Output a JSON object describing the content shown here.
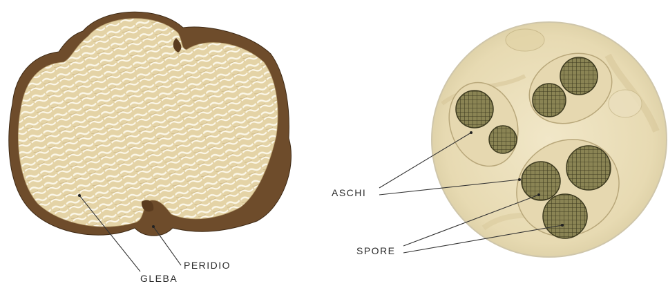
{
  "labels": {
    "gleba": "GLEBA",
    "peridio": "PERIDIO",
    "aschi": "ASCHI",
    "spore": "SPORE"
  },
  "colors": {
    "peridium": "#6b4a2a",
    "gleba": "#e6d6ad",
    "veins": "#fbf6e6",
    "micro_bg": "#efe4c2",
    "ascus_wall": "#e3d6b0",
    "spore": "#7d7a4c",
    "spore_net": "#3d3a1f"
  }
}
